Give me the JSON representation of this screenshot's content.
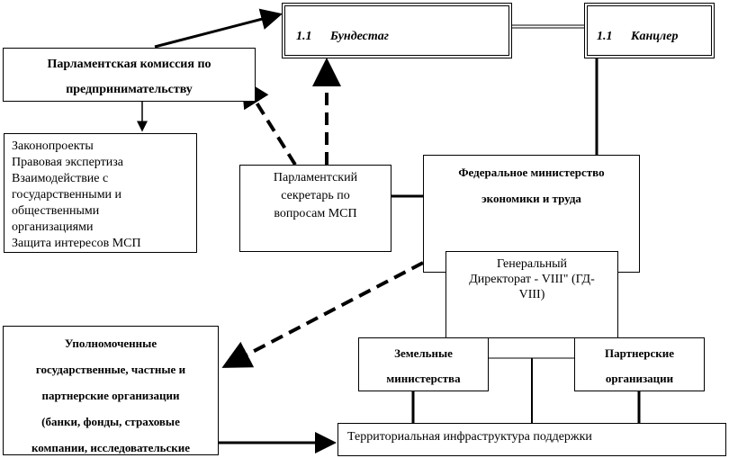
{
  "bundestag": {
    "num": "1.1",
    "label": "Бундестаг"
  },
  "chancellor": {
    "num": "1.1",
    "label": "Канцлер"
  },
  "commission": {
    "lines": [
      "Парламентская комиссия по",
      "предпринимательству"
    ]
  },
  "functions": {
    "lines": [
      "Законопроекты",
      "Правовая экспертиза",
      "Взаимодействие с",
      "государственными и",
      "общественными",
      "организациями",
      "Защита интересов МСП"
    ]
  },
  "secretary": {
    "lines": [
      "Парламентский",
      "секретарь по",
      "вопросам МСП"
    ]
  },
  "ministry": {
    "lines": [
      "Федеральное министерство",
      "экономики и труда"
    ]
  },
  "directorate": {
    "lines": [
      "Генеральный",
      "Директорат - VIII\" (ГД-",
      "VIII)"
    ]
  },
  "authorized": {
    "lines": [
      "Уполномоченные",
      "государственные,  частные и",
      "партнерские организации",
      "(банки, фонды, страховые",
      "компании, исследовательские"
    ]
  },
  "land": {
    "lines": [
      "Земельные",
      "министерства"
    ]
  },
  "partners": {
    "lines": [
      "Партнерские",
      "организации"
    ]
  },
  "territorial": {
    "label": "Территориальная инфраструктура поддержки"
  }
}
